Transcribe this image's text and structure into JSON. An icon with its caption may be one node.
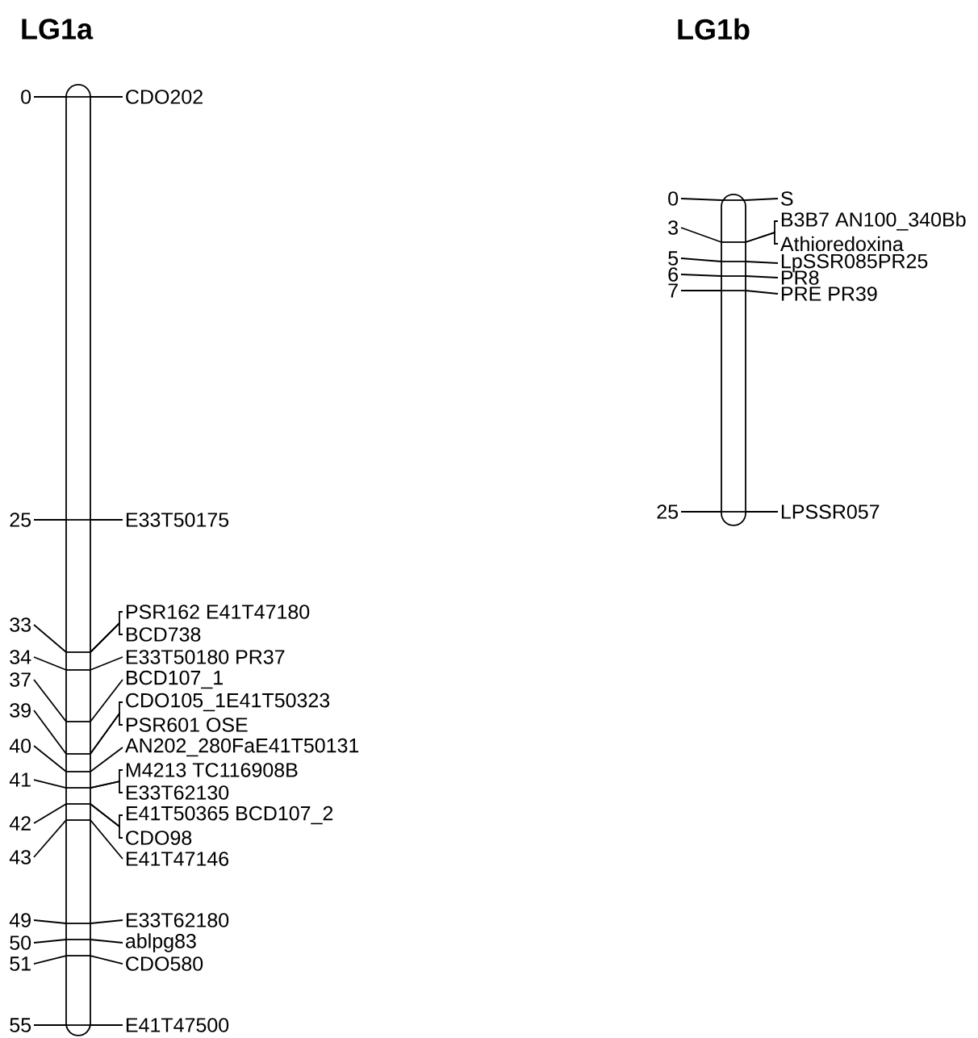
{
  "diagram": {
    "nodes": [
      {
        "text": [],
        "shape": "bar"
      },
      {
        "text": [],
        "shape": "bar"
      },
      {
        "text": [
          "0"
        ]
      },
      {
        "text": [
          "CDO202"
        ]
      },
      {
        "text": [
          "25"
        ]
      },
      {
        "text": [
          "E33T50175"
        ]
      },
      {
        "text": [
          "33"
        ]
      },
      {
        "text": [
          "PSR162 E41T47180"
        ]
      },
      {
        "text": [
          "BCD738"
        ]
      },
      {
        "text": [
          "34"
        ]
      },
      {
        "text": [
          "E33T50180 PR37"
        ]
      },
      {
        "text": [
          "37"
        ]
      },
      {
        "text": [
          "BCD107_1"
        ]
      },
      {
        "text": [
          "39"
        ]
      },
      {
        "text": [
          "CDO105_1E41T50323"
        ]
      },
      {
        "text": [
          "PSR601 OSE"
        ]
      },
      {
        "text": [
          "40"
        ]
      },
      {
        "text": [
          "AN202_280FaE41T50131"
        ]
      },
      {
        "text": [
          "41"
        ]
      },
      {
        "text": [
          "M4213 TC116908B"
        ]
      },
      {
        "text": [
          "E33T62130"
        ]
      },
      {
        "text": [
          "42"
        ]
      },
      {
        "text": [
          "E41T50365 BCD107_2"
        ]
      },
      {
        "text": [
          "CDO98"
        ]
      },
      {
        "text": [
          "43"
        ]
      },
      {
        "text": [
          "E41T47146"
        ]
      },
      {
        "text": [
          "49"
        ]
      },
      {
        "text": [
          "E33T62180"
        ]
      },
      {
        "text": [
          "50"
        ]
      },
      {
        "text": [
          "ablpg83"
        ]
      },
      {
        "text": [
          "51"
        ]
      },
      {
        "text": [
          "CDO580"
        ]
      },
      {
        "text": [
          "55"
        ]
      },
      {
        "text": [
          "E41T47500"
        ]
      },
      {
        "text": [
          "0"
        ]
      },
      {
        "text": [
          "S"
        ]
      },
      {
        "text": [
          "3"
        ]
      },
      {
        "text": [
          "B3B7 AN100_340Bb"
        ]
      },
      {
        "text": [
          "Athioredoxina"
        ]
      },
      {
        "text": [
          "5"
        ]
      },
      {
        "text": [
          "LpSSR085PR25"
        ]
      },
      {
        "text": [
          "6"
        ]
      },
      {
        "text": [
          "PR8"
        ]
      },
      {
        "text": [
          "7"
        ]
      },
      {
        "text": [
          "PRE PR39"
        ]
      },
      {
        "text": [
          "25"
        ]
      },
      {
        "text": [
          "LPSSR057"
        ]
      }
    ],
    "edges": [
      {
        "from": 2,
        "to": 0,
        "arrow": "none"
      },
      {
        "from": 0,
        "to": 3,
        "arrow": "none"
      },
      {
        "from": 4,
        "to": 0,
        "arrow": "none"
      },
      {
        "from": 0,
        "to": 5,
        "arrow": "none"
      },
      {
        "from": 6,
        "to": 0,
        "arrow": "none"
      },
      {
        "from": 0,
        "to": 7,
        "arrow": "none"
      },
      {
        "from": 0,
        "to": 8,
        "arrow": "none"
      },
      {
        "from": 9,
        "to": 0,
        "arrow": "none"
      },
      {
        "from": 0,
        "to": 10,
        "arrow": "none"
      },
      {
        "from": 11,
        "to": 0,
        "arrow": "none"
      },
      {
        "from": 0,
        "to": 12,
        "arrow": "none"
      },
      {
        "from": 13,
        "to": 0,
        "arrow": "none"
      },
      {
        "from": 0,
        "to": 14,
        "arrow": "none"
      },
      {
        "from": 0,
        "to": 15,
        "arrow": "none"
      },
      {
        "from": 16,
        "to": 0,
        "arrow": "none"
      },
      {
        "from": 0,
        "to": 17,
        "arrow": "none"
      },
      {
        "from": 18,
        "to": 0,
        "arrow": "none"
      },
      {
        "from": 0,
        "to": 19,
        "arrow": "none"
      },
      {
        "from": 0,
        "to": 20,
        "arrow": "none"
      },
      {
        "from": 21,
        "to": 0,
        "arrow": "none"
      },
      {
        "from": 0,
        "to": 22,
        "arrow": "none"
      },
      {
        "from": 0,
        "to": 23,
        "arrow": "none"
      },
      {
        "from": 24,
        "to": 0,
        "arrow": "none"
      },
      {
        "from": 0,
        "to": 25,
        "arrow": "none"
      },
      {
        "from": 26,
        "to": 0,
        "arrow": "none"
      },
      {
        "from": 0,
        "to": 27,
        "arrow": "none"
      },
      {
        "from": 28,
        "to": 0,
        "arrow": "none"
      },
      {
        "from": 0,
        "to": 29,
        "arrow": "none"
      },
      {
        "from": 30,
        "to": 0,
        "arrow": "none"
      },
      {
        "from": 0,
        "to": 31,
        "arrow": "none"
      },
      {
        "from": 32,
        "to": 0,
        "arrow": "none"
      },
      {
        "from": 0,
        "to": 33,
        "arrow": "none"
      },
      {
        "from": 34,
        "to": 1,
        "arrow": "none"
      },
      {
        "from": 1,
        "to": 35,
        "arrow": "none"
      },
      {
        "from": 36,
        "to": 1,
        "arrow": "none"
      },
      {
        "from": 1,
        "to": 37,
        "arrow": "none"
      },
      {
        "from": 1,
        "to": 38,
        "arrow": "none"
      },
      {
        "from": 39,
        "to": 1,
        "arrow": "none"
      },
      {
        "from": 1,
        "to": 40,
        "arrow": "none"
      },
      {
        "from": 41,
        "to": 1,
        "arrow": "none"
      },
      {
        "from": 1,
        "to": 42,
        "arrow": "none"
      },
      {
        "from": 43,
        "to": 1,
        "arrow": "none"
      },
      {
        "from": 1,
        "to": 44,
        "arrow": "none"
      },
      {
        "from": 45,
        "to": 1,
        "arrow": "none"
      },
      {
        "from": 1,
        "to": 46,
        "arrow": "none"
      }
    ],
    "labels": [
      "LG1a",
      "LG1b"
    ]
  }
}
